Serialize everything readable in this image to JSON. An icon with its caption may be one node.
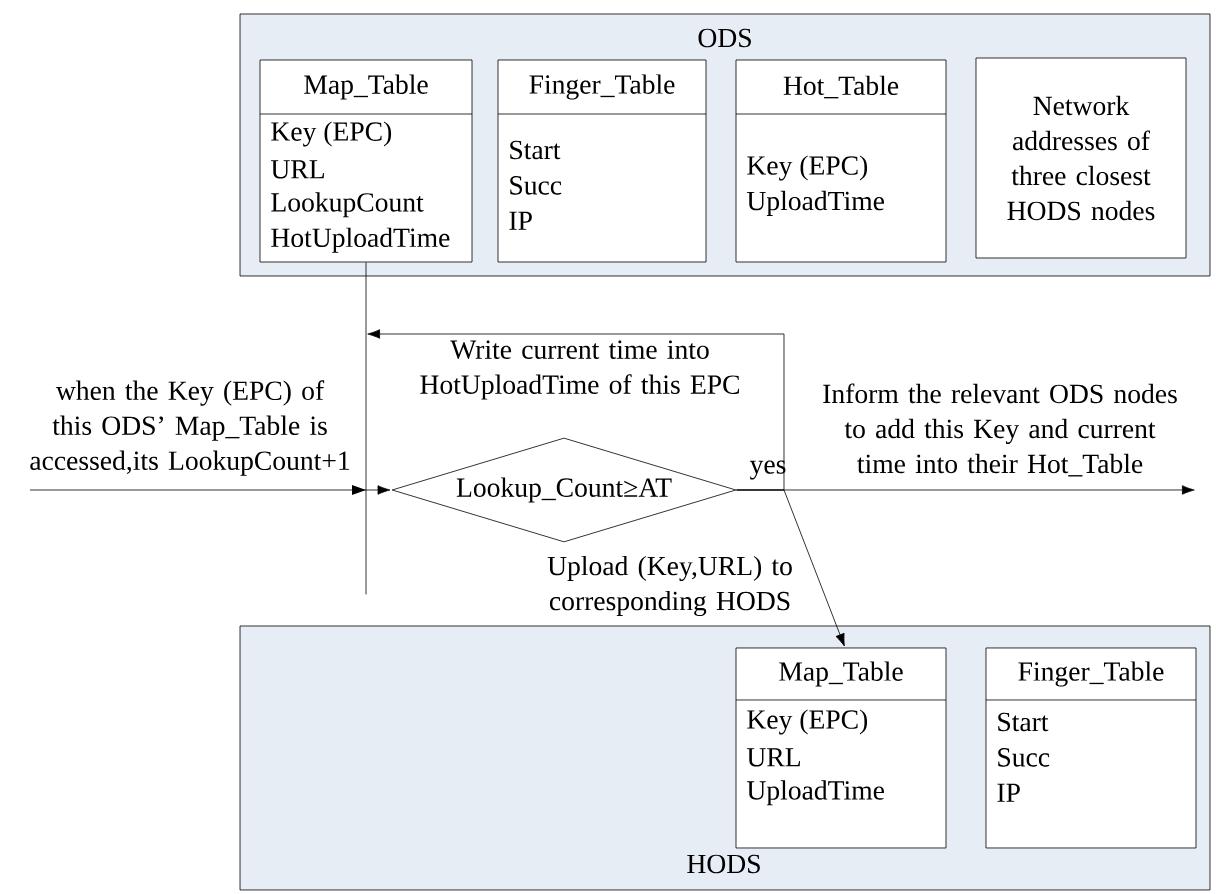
{
  "diagram": {
    "nodes": [
      {
        "text": [
          "ODS"
        ]
      },
      {
        "text": [
          "Map_Table",
          "Key (EPC)",
          "URL",
          "LookupCount",
          "HotUploadTime"
        ],
        "in": 0
      },
      {
        "text": [
          "Finger_Table",
          "Start",
          "Succ",
          "IP"
        ],
        "in": 0
      },
      {
        "text": [
          "Hot_Table",
          "Key (EPC)",
          "UploadTime"
        ],
        "in": 0
      },
      {
        "text": [
          "Network addresses of three closest HODS nodes"
        ],
        "in": 0
      },
      {
        "text": [
          "Lookup_Count≥AT"
        ]
      },
      {
        "text": [
          "HODS"
        ]
      },
      {
        "text": [
          "Map_Table",
          "Key (EPC)",
          "URL",
          "UploadTime"
        ],
        "in": 6
      },
      {
        "text": [
          "Finger_Table",
          "Start",
          "Succ",
          "IP"
        ],
        "in": 6
      }
    ],
    "edges": [
      {
        "from": null,
        "to": 5,
        "arrow": "to",
        "label": "when the Key (EPC) of this ODS’ Map_Table is accessed,its LookupCount+1"
      },
      {
        "from": 1,
        "to": null,
        "arrow": "none"
      },
      {
        "from": 5,
        "to": 1,
        "arrow": "to",
        "label": "Write current time into HotUploadTime of this EPC"
      },
      {
        "from": 5,
        "to": null,
        "arrow": "to",
        "label": "Inform the relevant ODS nodes to add this Key and current time into their Hot_Table"
      },
      {
        "from": 5,
        "to": 7,
        "arrow": "to",
        "label": "Upload (Key,URL) to corresponding HODS"
      }
    ],
    "labels": [
      "yes"
    ]
  }
}
